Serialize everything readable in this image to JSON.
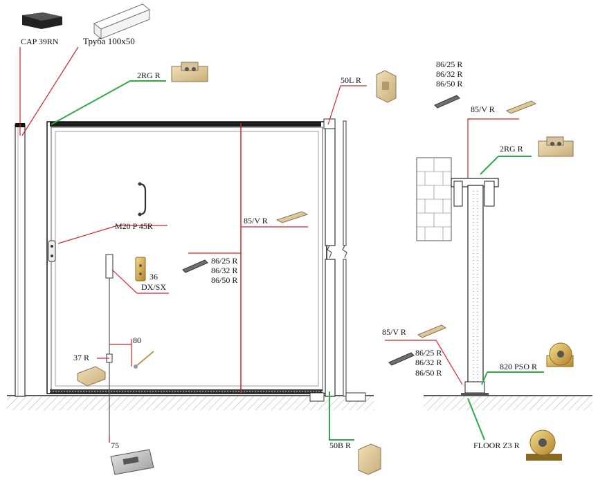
{
  "labels": {
    "cap": "CAP 39RN",
    "tube": "Труба 100x50",
    "guide_top_left": "2RG R",
    "end_stop_top": "50L R",
    "handle": "M20 P 45R",
    "rail_center": "85/V R",
    "rail_variants_center": [
      "86/25 R",
      "86/32 R",
      "86/50 R"
    ],
    "latch_num": "36",
    "latch_side": "DX/SX",
    "bolt_80": "80",
    "bolt_37": "37 R",
    "plate_75": "75",
    "end_stop_bottom": "50B R",
    "side_rail_variants": [
      "86/25 R",
      "86/32 R",
      "86/50 R"
    ],
    "side_rail": "85/V R",
    "side_guide": "2RG R",
    "side_rail_low": "85/V R",
    "side_rail_variants_low": [
      "86/25 R",
      "86/32 R",
      "86/50 R"
    ],
    "wheel": "820 PSO R",
    "floor_wheel": "FLOOR Z3 R"
  },
  "colors": {
    "leader_red": "#d2232a",
    "leader_green": "#2eaa48",
    "gate_frame": "#222222",
    "ground_hatch": "#333333",
    "part_metal": "#c9c9c9",
    "part_brass": "#e3c66f"
  }
}
